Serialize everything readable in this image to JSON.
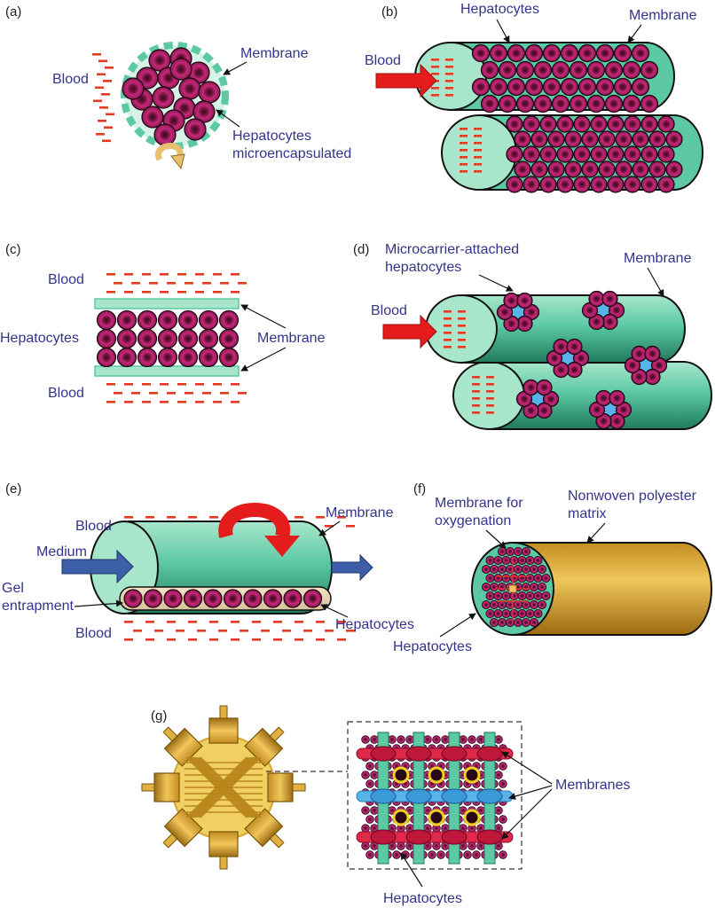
{
  "panels": {
    "a": {
      "letter": "(a)",
      "membrane": "Membrane",
      "blood": "Blood",
      "hepatocytes_line1": "Hepatocytes",
      "hepatocytes_line2": "microencapsulated"
    },
    "b": {
      "letter": "(b)",
      "hepatocytes": "Hepatocytes",
      "membrane": "Membrane",
      "blood": "Blood"
    },
    "c": {
      "letter": "(c)",
      "blood_top": "Blood",
      "hepatocytes": "Hepatocytes",
      "membrane": "Membrane",
      "blood_bottom": "Blood"
    },
    "d": {
      "letter": "(d)",
      "microcarrier_line1": "Microcarrier-attached",
      "microcarrier_line2": "hepatocytes",
      "membrane": "Membrane",
      "blood": "Blood"
    },
    "e": {
      "letter": "(e)",
      "blood_top": "Blood",
      "membrane": "Membrane",
      "medium": "Medium",
      "gel_line1": "Gel",
      "gel_line2": "entrapment",
      "blood_bottom": "Blood",
      "hepatocytes": "Hepatocytes"
    },
    "f": {
      "letter": "(f)",
      "membrane_line1": "Membrane for",
      "membrane_line2": "oxygenation",
      "matrix_line1": "Nonwoven polyester",
      "matrix_line2": "matrix",
      "hepatocytes": "Hepatocytes"
    },
    "g": {
      "letter": "(g)",
      "membranes": "Membranes",
      "hepatocytes": "Hepatocytes"
    }
  },
  "colors": {
    "cell": "#a01e5a",
    "cell_core": "#3c0a22",
    "membrane": "#5cc9a4",
    "membrane_light": "#a8e3cb",
    "blood": "#e63a22",
    "arrow_red": "#e41c1c",
    "arrow_blue": "#3d5fa8",
    "microcarrier": "#56b4e8",
    "gold": "#d9a530",
    "label": "#34348c"
  }
}
